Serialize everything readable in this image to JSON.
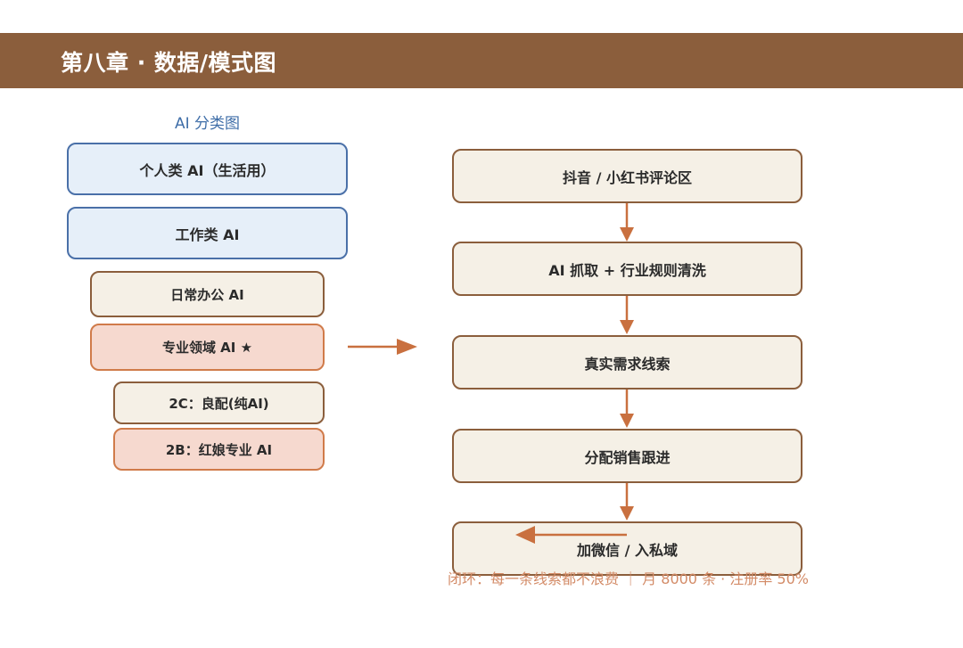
{
  "header": {
    "title": "第八章 · 数据/模式图"
  },
  "left": {
    "title": "AI 分类图",
    "personal": "个人类 AI（生活用）",
    "work": "工作类 AI",
    "daily": "日常办公 AI",
    "specialized": "专业领域 AI ★",
    "c2": "2C：良配(纯AI)",
    "b2": "2B：红娘专业 AI"
  },
  "flow": {
    "steps": [
      "抖音 / 小红书评论区",
      "AI 抓取 + 行业规则清洗",
      "真实需求线索",
      "分配销售跟进",
      "加微信 / 入私域"
    ],
    "note": "闭环：每一条线索都不浪费 ｜ 月 8000 条 · 注册率 50%"
  },
  "colors": {
    "header": "#8b5e3c",
    "blue_border": "#4a70a8",
    "blue_fill": "#e6eff9",
    "cream_fill": "#f5f0e6",
    "pink_fill": "#f6d9cf",
    "accent": "#c9703f"
  }
}
